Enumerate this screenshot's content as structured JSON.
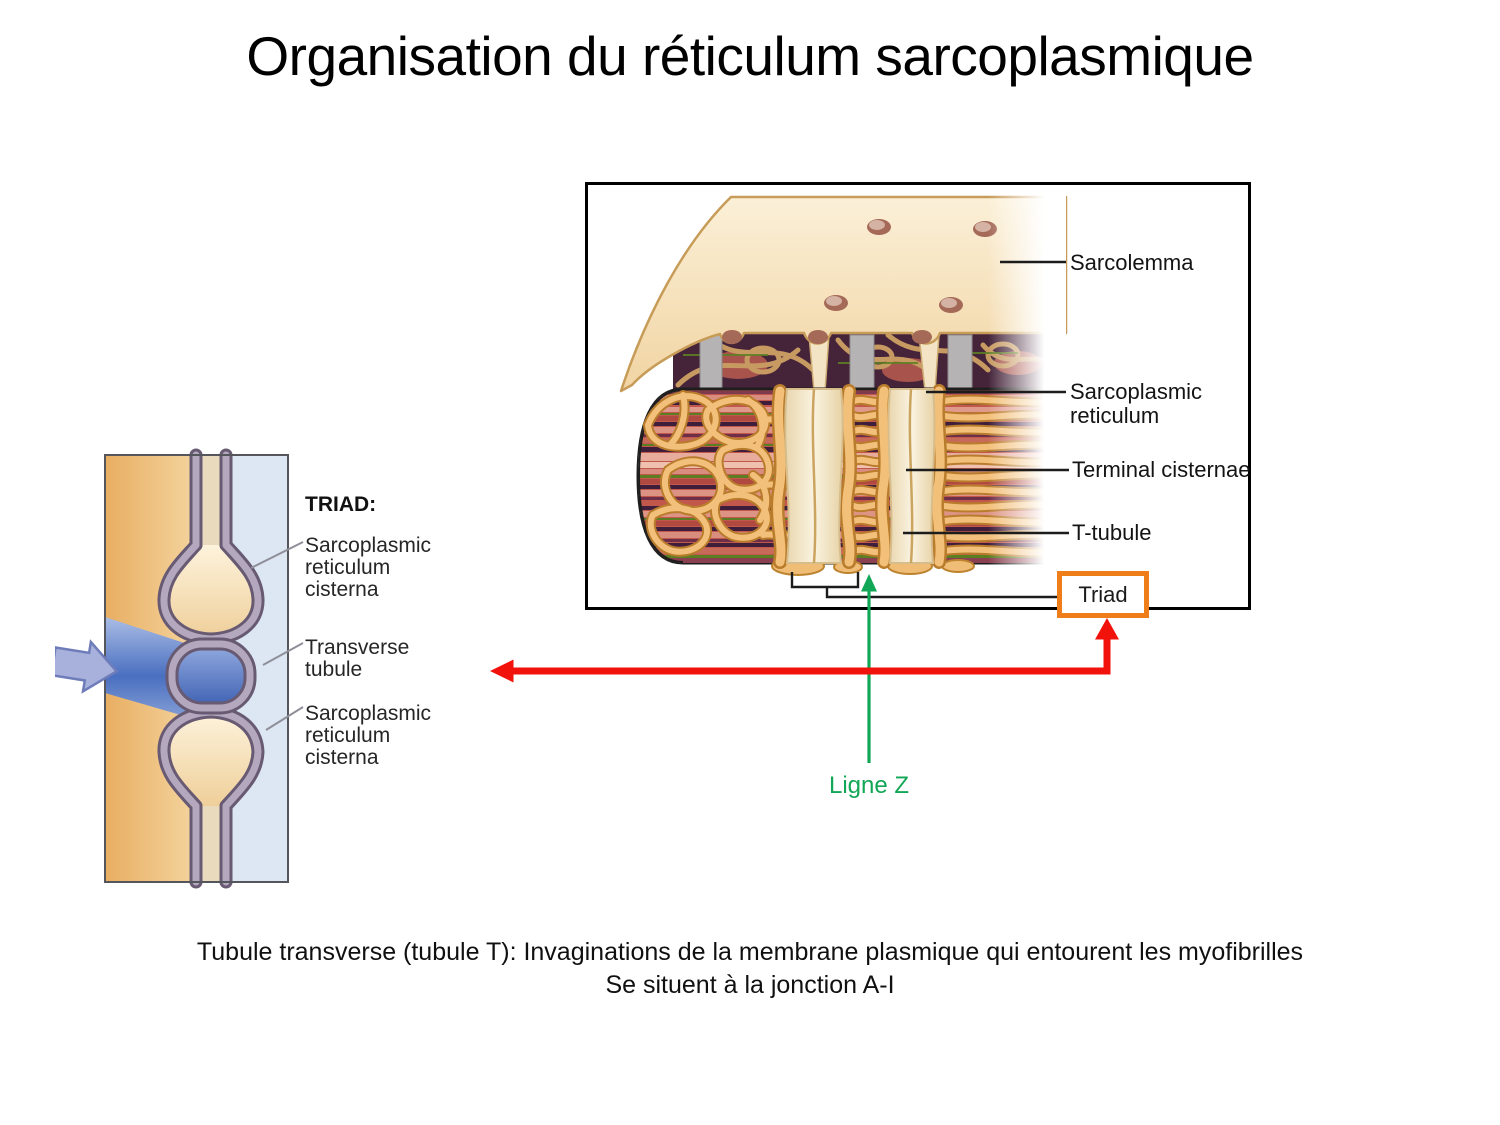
{
  "slide": {
    "title": "Organisation du réticulum sarcoplasmique",
    "caption_line1": "Tubule transverse (tubule T): Invaginations de la membrane plasmique qui entourent les myofibrilles",
    "caption_line2": "Se situent à la jonction A-I"
  },
  "main_diagram": {
    "labels": {
      "sarcolemma": "Sarcolemma",
      "sarcoplasmic_reticulum": "Sarcoplasmic reticulum",
      "terminal_cisternae": "Terminal cisternae",
      "t_tubule": "T-tubule",
      "triad": "Triad"
    }
  },
  "triad_inset": {
    "heading": "TRIAD:",
    "labels": {
      "sr_cisterna_top": "Sarcoplasmic reticulum cisterna",
      "transverse_tubule": "Transverse tubule",
      "sr_cisterna_bottom": "Sarcoplasmic reticulum cisterna"
    }
  },
  "annotations": {
    "ligne_z": "Ligne Z",
    "colors": {
      "green": "#12a756",
      "red": "#f2120c",
      "orange": "#ef7d1a"
    }
  }
}
